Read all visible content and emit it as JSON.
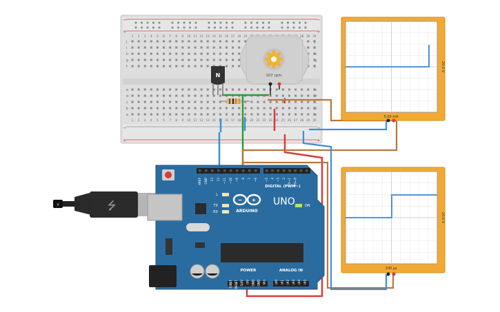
{
  "motor": {
    "speed_label": "107 rpm"
  },
  "transistor": {
    "label": "N"
  },
  "breadboard": {
    "row_letters_top": [
      "j",
      "i",
      "h",
      "g",
      "f"
    ],
    "row_letters_bottom": [
      "e",
      "d",
      "c",
      "b",
      "a"
    ],
    "column_numbers": [
      "1",
      "2",
      "3",
      "4",
      "5",
      "6",
      "7",
      "8",
      "9",
      "10",
      "11",
      "12",
      "13",
      "14",
      "15",
      "16",
      "17",
      "18",
      "19",
      "20",
      "21",
      "22",
      "23",
      "24",
      "25",
      "26",
      "27",
      "28",
      "29",
      "30"
    ],
    "plus": "+",
    "minus": "−"
  },
  "scope_top": {
    "time_label": "5.00 mA",
    "side_label": "20.0 V"
  },
  "scope_bottom": {
    "time_label": "100 µs",
    "side_label": "20.0 V"
  },
  "arduino": {
    "brand": "ARDUINO",
    "model": "UNO",
    "digital_label": "DIGITAL (PWM~)",
    "power_label": "POWER",
    "analog_label": "ANALOG IN",
    "on_label": "ON",
    "led_labels": [
      "L",
      "TX",
      "RX"
    ],
    "digital_pins": [
      "AREF",
      "GND",
      "13",
      "12",
      "~11",
      "~10",
      "~9",
      "8",
      "7",
      "~6",
      "~5",
      "4",
      "~3",
      "2",
      "TX→1",
      "RX←0"
    ],
    "power_pins": [
      "IOREF",
      "RESET",
      "3.3V",
      "5V",
      "GND",
      "GND",
      "Vin"
    ],
    "analog_pins": [
      "A0",
      "A1",
      "A2",
      "A3",
      "A4",
      "A5"
    ]
  },
  "colors": {
    "board_blue": "#2a6ca0",
    "breadboard": "#dddddd",
    "scope_frame": "#f2a933",
    "wire_blue": "#3a8fd8",
    "wire_green": "#2e9c3a",
    "wire_red": "#d93a3a",
    "wire_brown": "#b8763b",
    "trace": "#3d85d9"
  }
}
